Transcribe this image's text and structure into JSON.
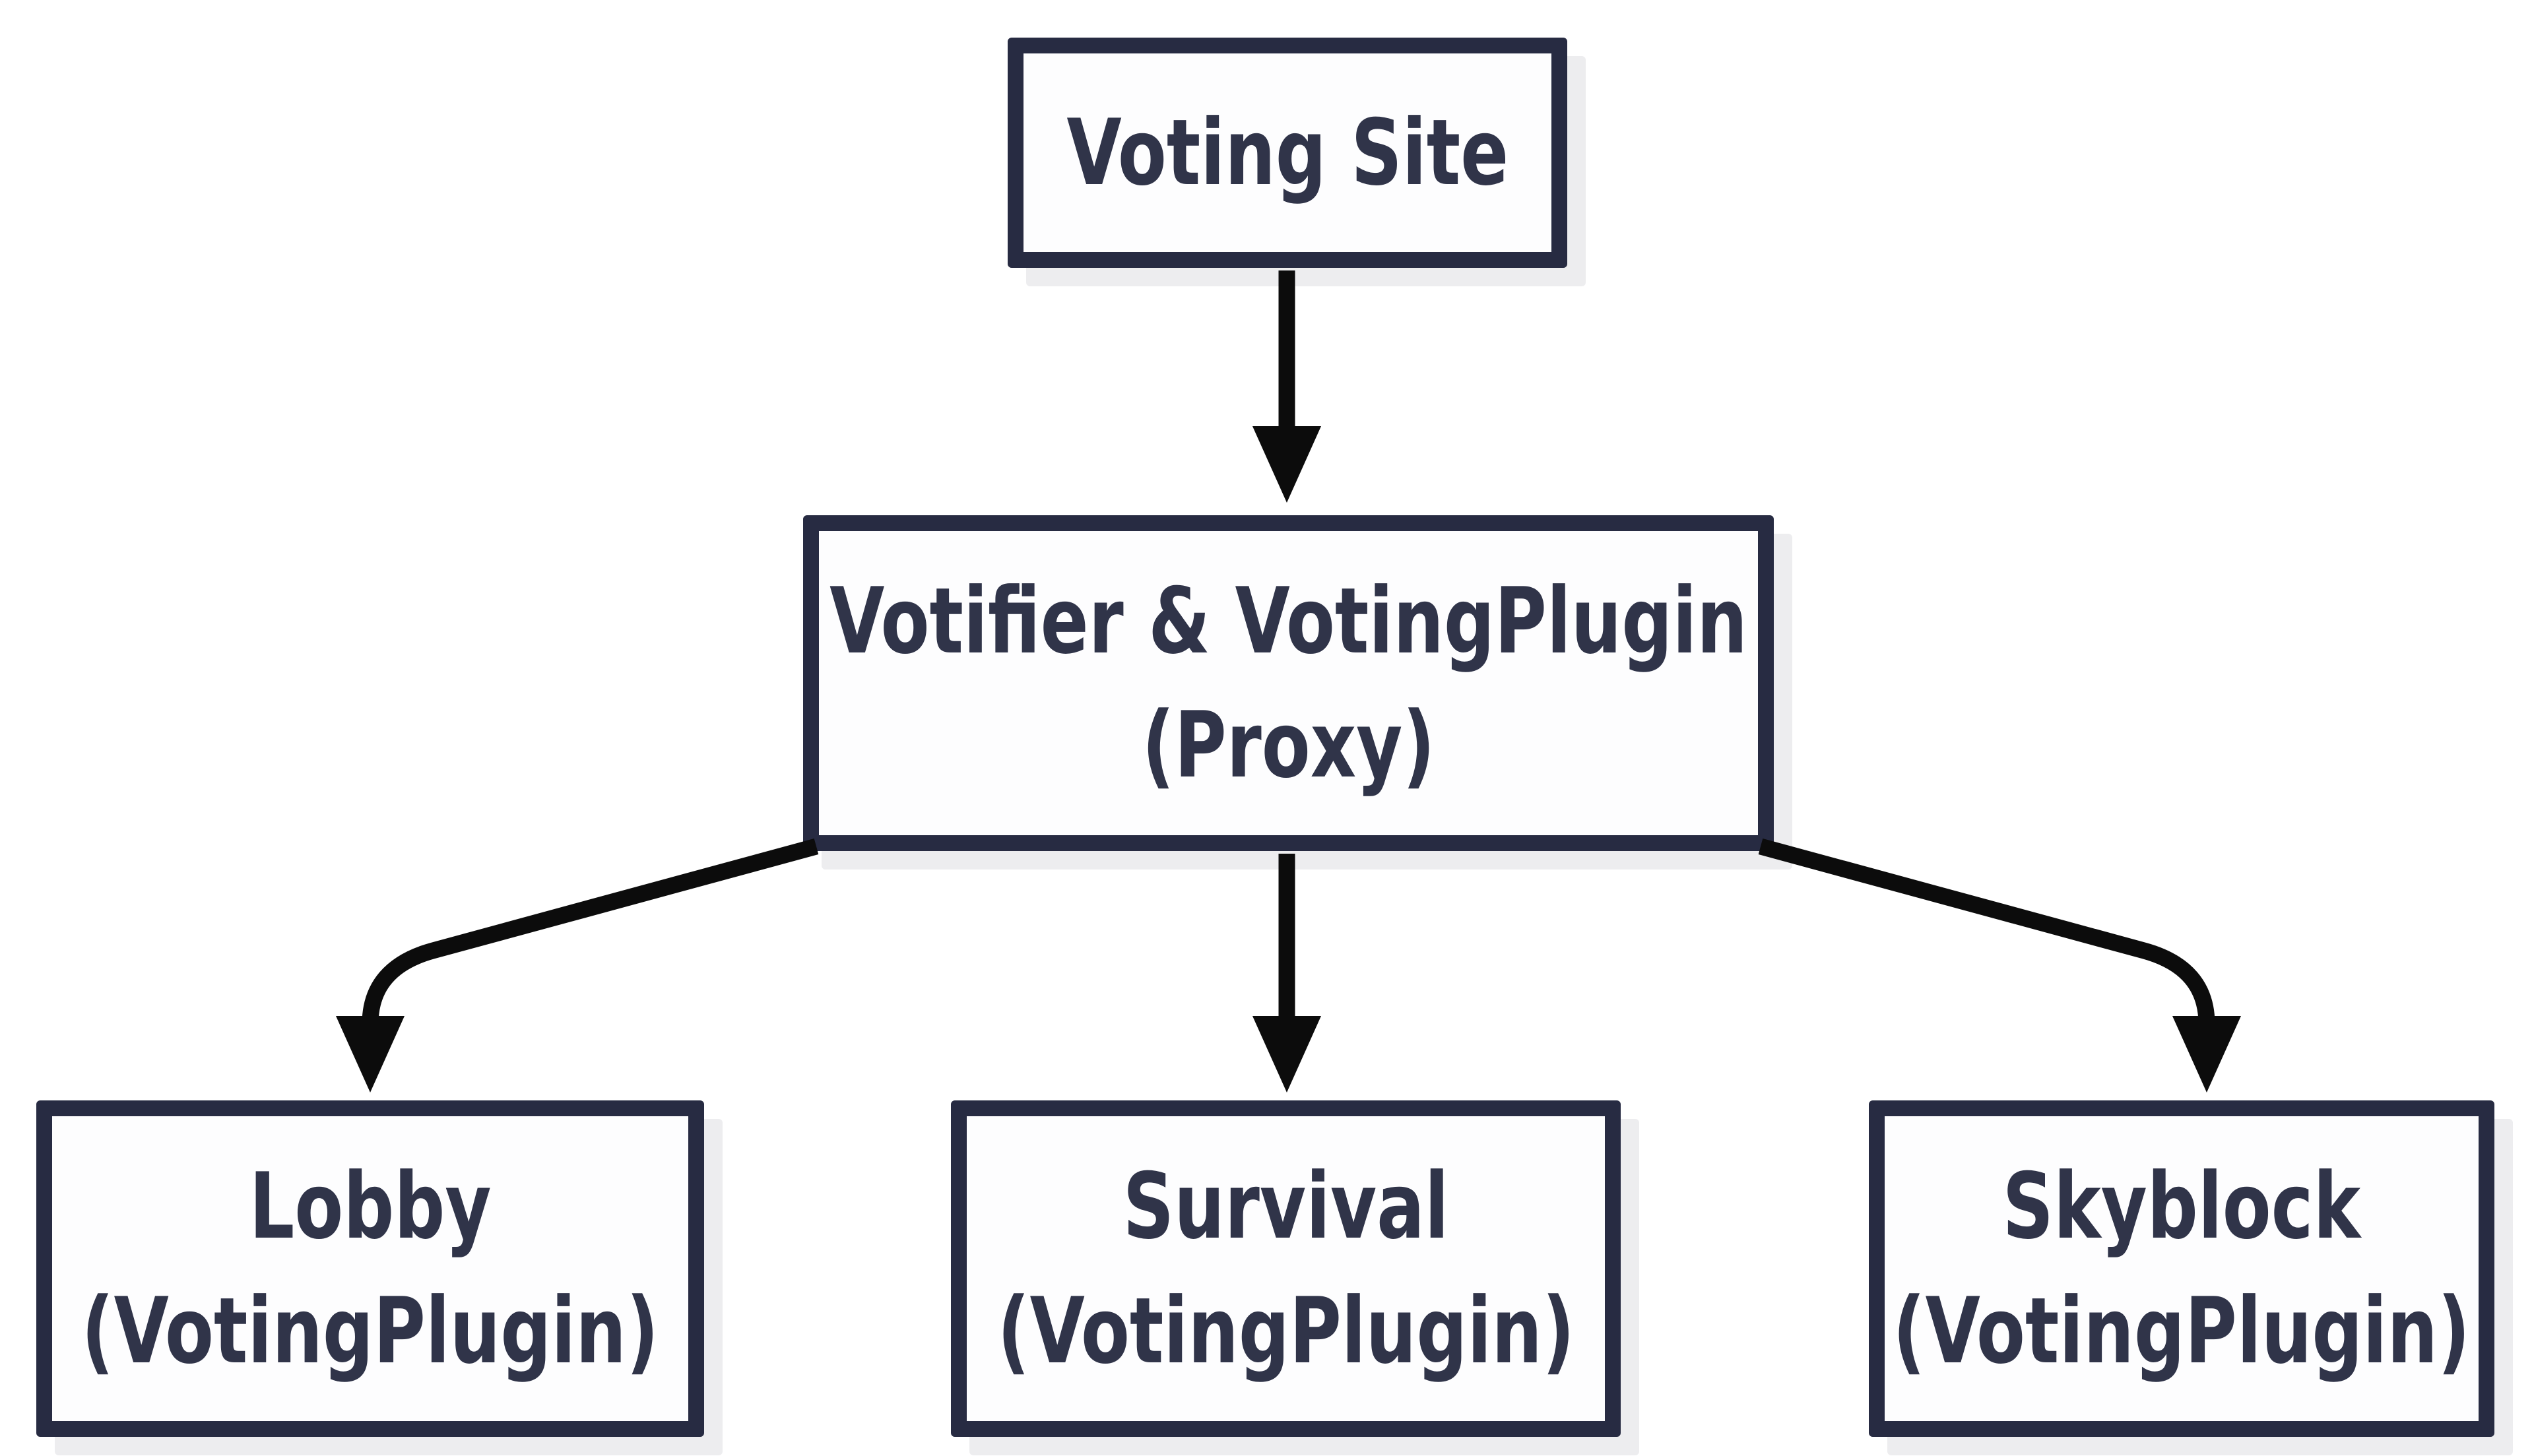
{
  "diagram": {
    "nodes": {
      "voting_site": {
        "label": "Voting Site"
      },
      "proxy": {
        "line1": "Votifier & VotingPlugin",
        "line2": "(Proxy)"
      },
      "lobby": {
        "line1": "Lobby",
        "line2": "(VotingPlugin)"
      },
      "survival": {
        "line1": "Survival",
        "line2": "(VotingPlugin)"
      },
      "skyblock": {
        "line1": "Skyblock",
        "line2": "(VotingPlugin)"
      }
    },
    "edges": [
      {
        "from": "voting_site",
        "to": "proxy"
      },
      {
        "from": "proxy",
        "to": "lobby"
      },
      {
        "from": "proxy",
        "to": "survival"
      },
      {
        "from": "proxy",
        "to": "skyblock"
      }
    ],
    "colors": {
      "background": "#ffffff",
      "box_fill": "#fdfdfe",
      "border": "#272b42",
      "text": "#303449",
      "arrow": "#0c0c0c",
      "shadow": "#ededef"
    }
  }
}
